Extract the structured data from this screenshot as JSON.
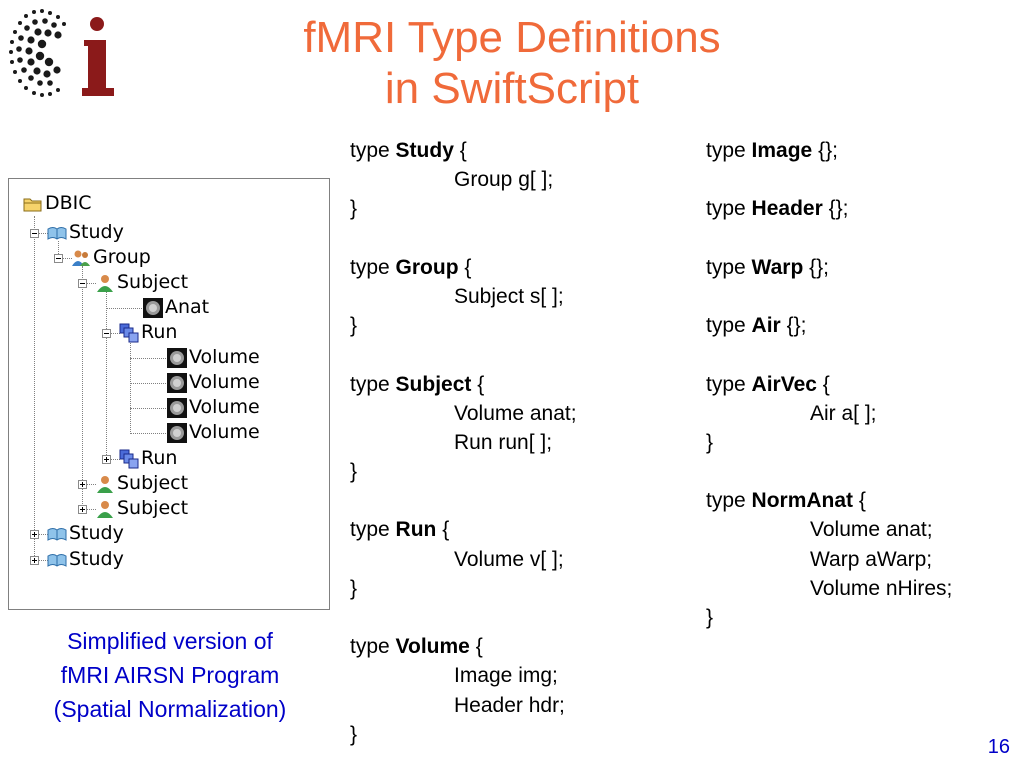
{
  "slide": {
    "title_line1": "fMRI Type Definitions",
    "title_line2": "in SwiftScript",
    "caption_lines": [
      "Simplified version of",
      "fMRI AIRSN Program",
      "(Spatial Normalization)"
    ],
    "page_number": "16",
    "colors": {
      "title": "#f06a3a",
      "caption": "#0000c8",
      "logo": "#8b1a1a"
    }
  },
  "tree": {
    "items": [
      {
        "label": "DBIC",
        "icon": "folder-icon"
      },
      {
        "label": "Study",
        "icon": "book-icon"
      },
      {
        "label": "Group",
        "icon": "group-icon"
      },
      {
        "label": "Subject",
        "icon": "person-icon"
      },
      {
        "label": "Anat",
        "icon": "brain-scan-icon"
      },
      {
        "label": "Run",
        "icon": "stack-icon"
      },
      {
        "label": "Volume",
        "icon": "brain-scan-icon"
      },
      {
        "label": "Volume",
        "icon": "brain-scan-icon"
      },
      {
        "label": "Volume",
        "icon": "brain-scan-icon"
      },
      {
        "label": "Volume",
        "icon": "brain-scan-icon"
      },
      {
        "label": "Run",
        "icon": "stack-icon"
      },
      {
        "label": "Subject",
        "icon": "person-icon"
      },
      {
        "label": "Subject",
        "icon": "person-icon"
      },
      {
        "label": "Study",
        "icon": "book-icon"
      },
      {
        "label": "Study",
        "icon": "book-icon"
      }
    ]
  },
  "code_left": {
    "kw": "type",
    "study": {
      "name": "Study",
      "open": "{",
      "fields": [
        "Group g[ ];"
      ],
      "close": "}"
    },
    "group": {
      "name": "Group",
      "open": "{",
      "fields": [
        "Subject s[ ];"
      ],
      "close": "}"
    },
    "subject": {
      "name": "Subject",
      "open": "{",
      "fields": [
        "Volume anat;",
        "Run run[ ];"
      ],
      "close": "}"
    },
    "run": {
      "name": "Run",
      "open": "{",
      "fields": [
        "Volume v[ ];"
      ],
      "close": "}"
    },
    "volume": {
      "name": "Volume",
      "open": "{",
      "fields": [
        "Image img;",
        "Header hdr;"
      ],
      "close": "}"
    }
  },
  "code_right": {
    "kw": "type",
    "image": {
      "name": "Image",
      "tail": "{};"
    },
    "header": {
      "name": "Header",
      "tail": "{};"
    },
    "warp": {
      "name": "Warp",
      "tail": "{};"
    },
    "air": {
      "name": "Air",
      "tail": "{};"
    },
    "airvec": {
      "name": "AirVec",
      "open": "{",
      "fields": [
        "Air a[ ];"
      ],
      "close": "}"
    },
    "normanat": {
      "name": "NormAnat",
      "open": "{",
      "fields": [
        "Volume anat;",
        "Warp aWarp;",
        "Volume nHires;"
      ],
      "close": "}"
    }
  }
}
